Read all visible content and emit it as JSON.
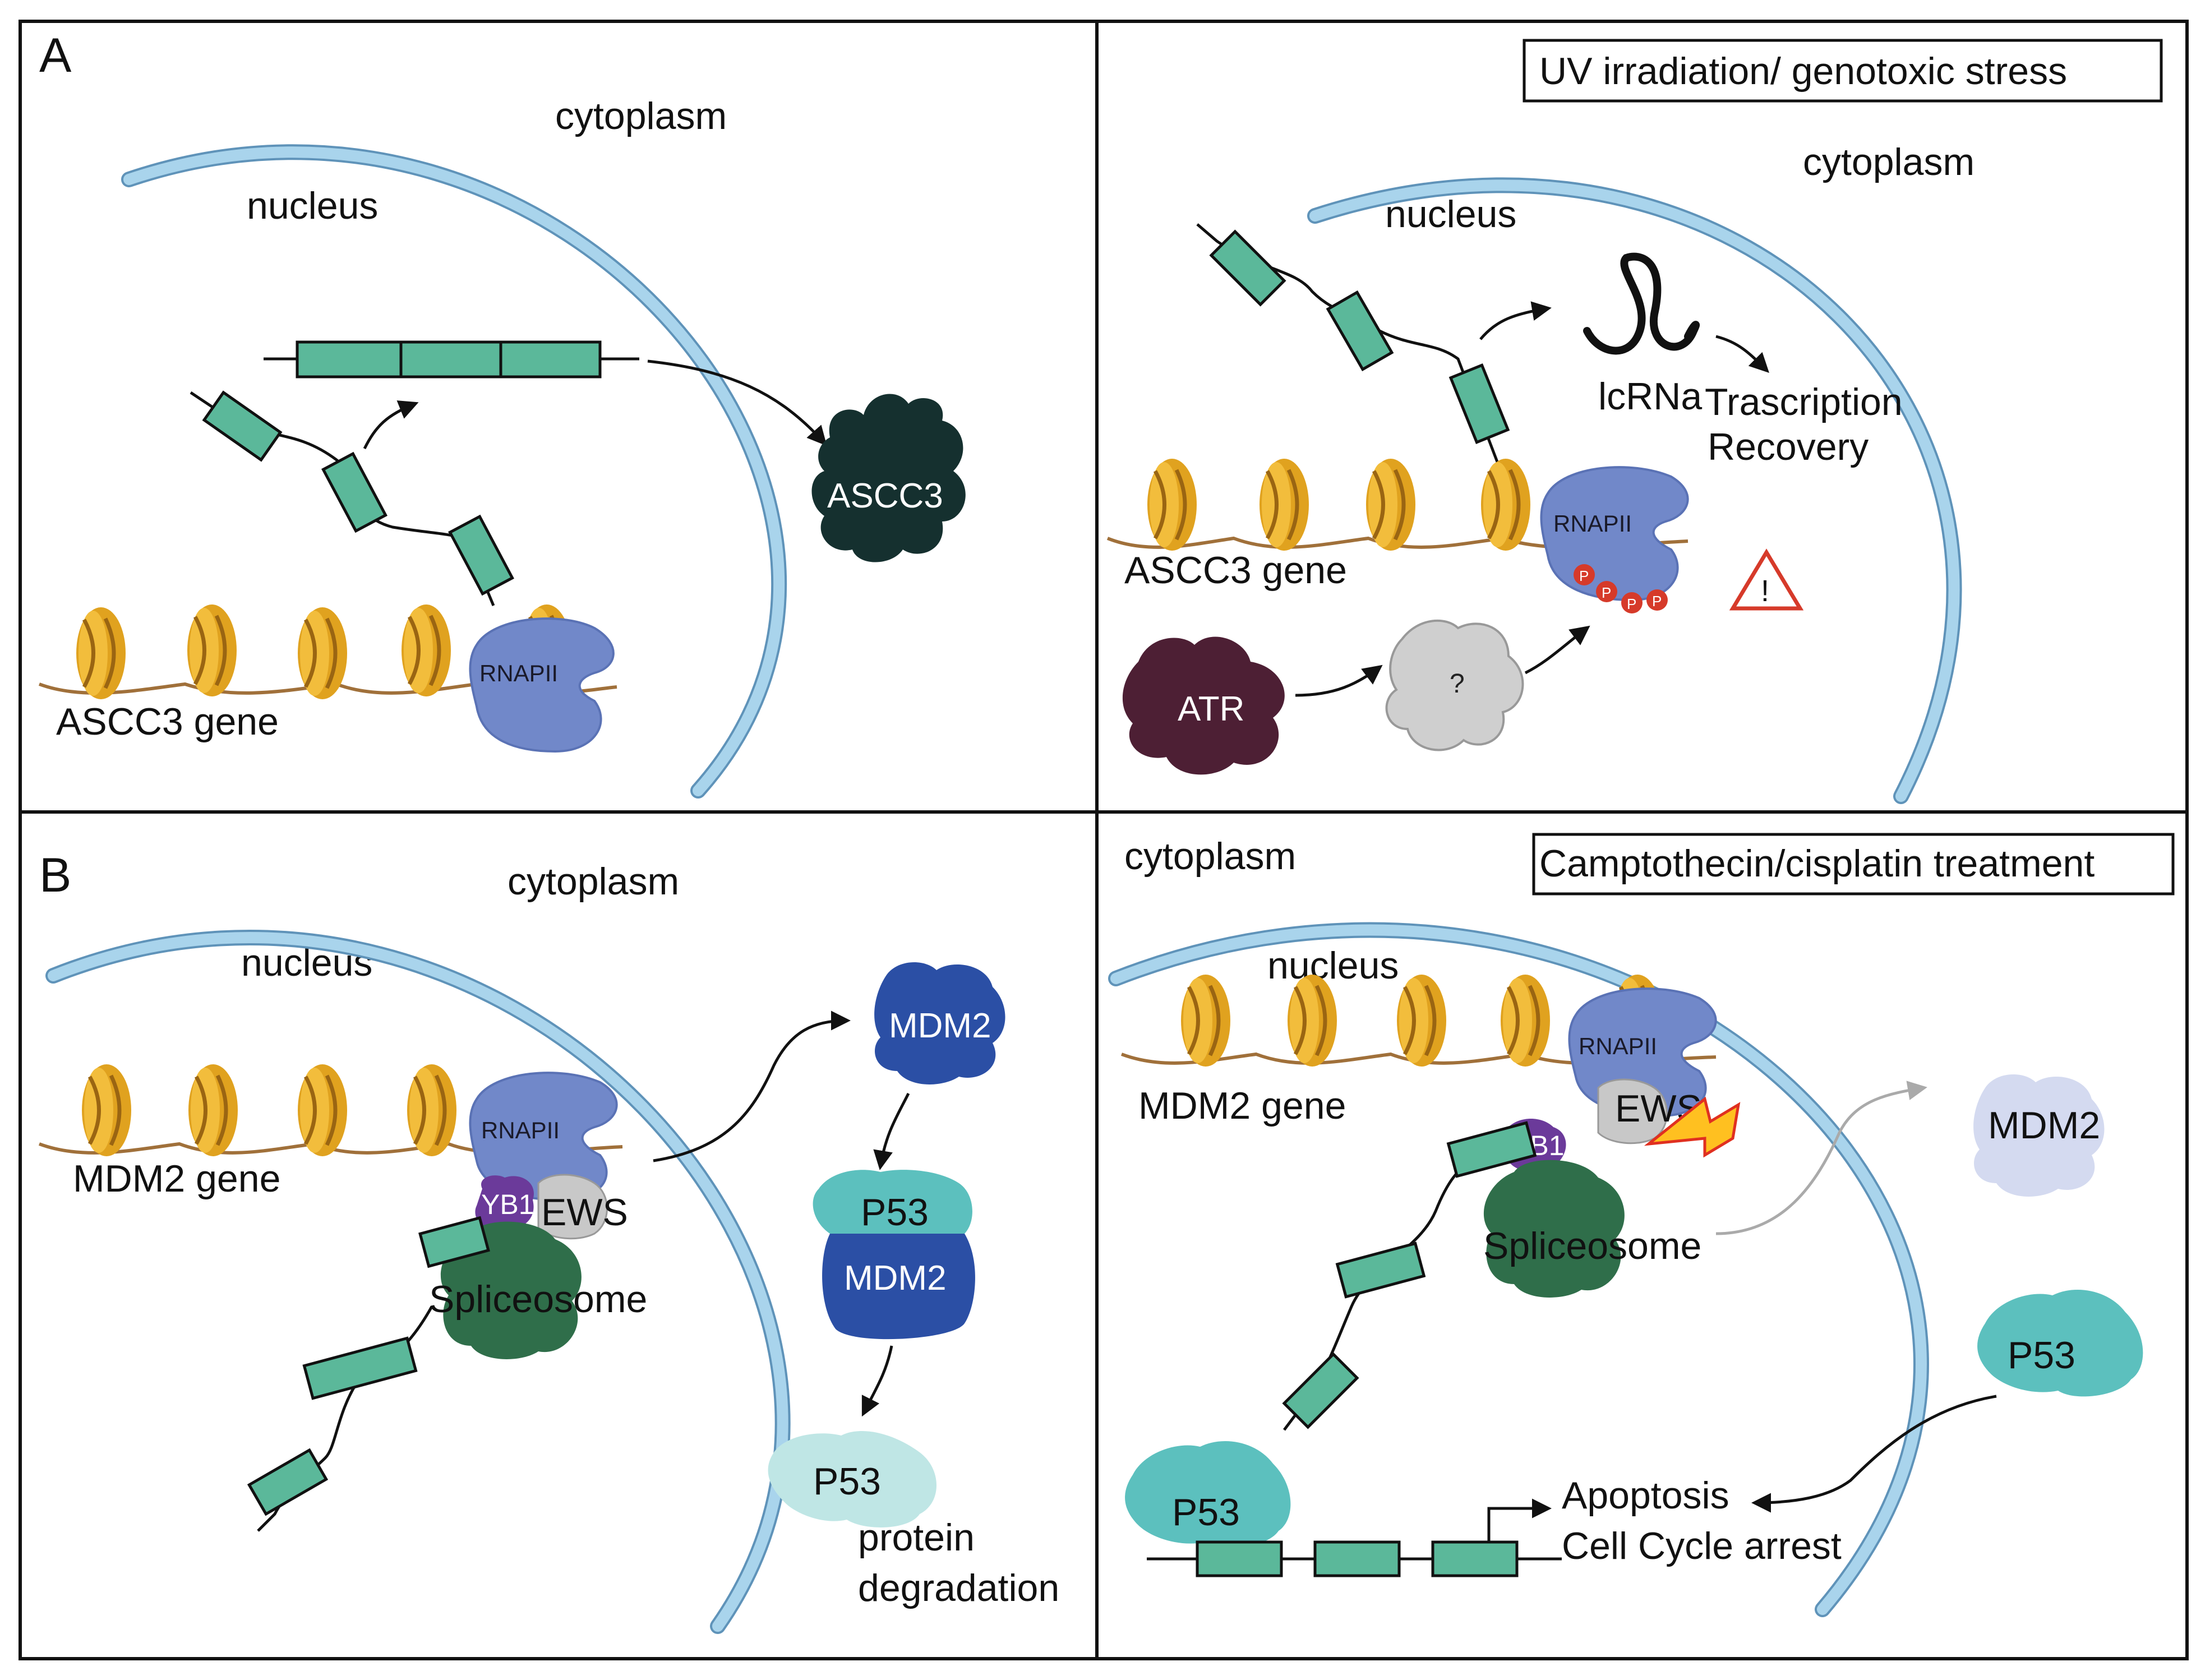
{
  "figure": {
    "panelA": {
      "letter": "A",
      "left": {
        "cytoplasm": "cytoplasm",
        "nucleus": "nucleus",
        "gene": "ASCC3 gene",
        "polymerase": "RNAPII",
        "protein": "ASCC3"
      },
      "right": {
        "condition": "UV irradiation/ genotoxic stress",
        "cytoplasm": "cytoplasm",
        "nucleus": "nucleus",
        "lncrna": "lcRNa",
        "outcome_line1": "Trascription",
        "outcome_line2": "Recovery",
        "polymerase": "RNAPII",
        "gene": "ASCC3 gene",
        "kinase": "ATR",
        "unknown": "?",
        "phospho": "P",
        "warning": "!"
      }
    },
    "panelB": {
      "letter": "B",
      "left": {
        "cytoplasm": "cytoplasm",
        "nucleus": "nucleus",
        "gene": "MDM2 gene",
        "polymerase": "RNAPII",
        "yb1": "YB1",
        "ews": "EWS",
        "spliceosome": "Spliceosome",
        "mdm2_top": "MDM2",
        "p53_complex": "P53",
        "mdm2_complex": "MDM2",
        "p53_free": "P53",
        "degradation_line1": "protein",
        "degradation_line2": "degradation"
      },
      "right": {
        "condition": "Camptothecin/cisplatin treatment",
        "cytoplasm": "cytoplasm",
        "nucleus": "nucleus",
        "polymerase": "RNAPII",
        "ews": "EWS",
        "yb1": "YB1",
        "gene": "MDM2 gene",
        "spliceosome": "Spliceosome",
        "mdm2_faded": "MDM2",
        "p53_cytoplasm": "P53",
        "p53_nucleus": "P53",
        "outcome_line1": "Apoptosis",
        "outcome_line2": "Cell Cycle arrest"
      }
    },
    "colors": {
      "exon": "#5bb89a",
      "membrane": "#a9d4ec",
      "nucleosome": "#e0a21f",
      "rnapii": "#7188c9",
      "ascc3": "#15302f",
      "atr": "#4d1f34",
      "mdm2": "#2b4fa5",
      "p53": "#5cc0be",
      "spliceosome": "#2f6e4a",
      "yb1": "#6b3a9a",
      "ews": "#c8c8c8",
      "phospho": "#d63a2a",
      "lightning": "#ffc020"
    }
  }
}
